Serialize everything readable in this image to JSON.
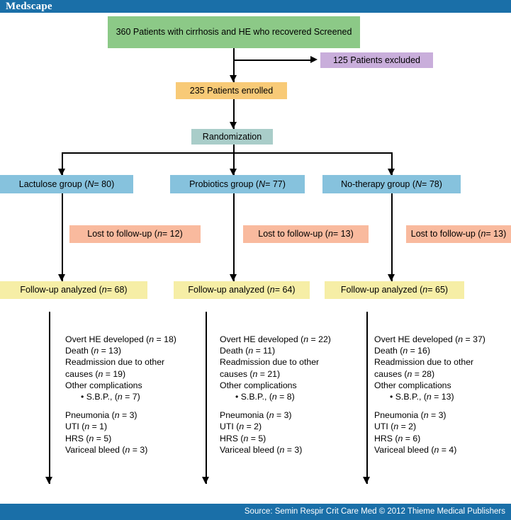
{
  "header": {
    "brand": "Medscape"
  },
  "footer": {
    "source": "Source: Semin Respir Crit Care Med © 2012 Thieme Medical Publishers"
  },
  "colors": {
    "brand_bar": "#1a6fa8",
    "screened_box": "#8cc987",
    "excluded_box": "#c9aedb",
    "enrolled_box": "#f8ca77",
    "randomization_box": "#a9cdc9",
    "group_box": "#86c2dd",
    "lost_box": "#f9ba9e",
    "analyzed_box": "#f6eea6"
  },
  "flow": {
    "screened": "360 Patients with cirrhosis and HE who recovered Screened",
    "excluded": "125 Patients excluded",
    "enrolled": "235 Patients enrolled",
    "randomization": "Randomization"
  },
  "arms": [
    {
      "group": "Lactulose group (N = 80)",
      "lost": "Lost to follow-up (n = 12)",
      "analyzed": "Follow-up analyzed (n = 68)",
      "outcomes": {
        "overt_he": "Overt HE developed (n = 18)",
        "death": "Death (n = 13)",
        "readmission_line1": "Readmission due to other",
        "readmission_line2": "causes (n = 19)",
        "other_complications": "Other complications",
        "sbp": "• S.B.P., (n = 7)",
        "pneumonia": "Pneumonia (n = 3)",
        "uti": "UTI (n = 1)",
        "hrs": "HRS (n = 5)",
        "variceal": "Variceal bleed (n = 3)"
      }
    },
    {
      "group": "Probiotics group (N = 77)",
      "lost": "Lost to follow-up (n = 13)",
      "analyzed": "Follow-up analyzed (n = 64)",
      "outcomes": {
        "overt_he": "Overt HE developed (n = 22)",
        "death": "Death (n = 11)",
        "readmission_line1": "Readmission due to other",
        "readmission_line2": "causes (n = 21)",
        "other_complications": "Other complications",
        "sbp": "• S.B.P., (n = 8)",
        "pneumonia": "Pneumonia (n = 3)",
        "uti": "UTI (n = 2)",
        "hrs": "HRS (n = 5)",
        "variceal": "Variceal bleed (n = 3)"
      }
    },
    {
      "group": "No-therapy group (N = 78)",
      "lost": "Lost to follow-up (n = 13)",
      "analyzed": "Follow-up analyzed (n = 65)",
      "outcomes": {
        "overt_he": "Overt HE developed (n = 37)",
        "death": "Death (n = 16)",
        "readmission_line1": "Readmission due to other",
        "readmission_line2": "causes (n = 28)",
        "other_complications": "Other complications",
        "sbp": "• S.B.P., (n = 13)",
        "pneumonia": "Pneumonia (n = 3)",
        "uti": "UTI (n = 2)",
        "hrs": "HRS (n = 6)",
        "variceal": "Variceal bleed (n = 4)"
      }
    }
  ]
}
